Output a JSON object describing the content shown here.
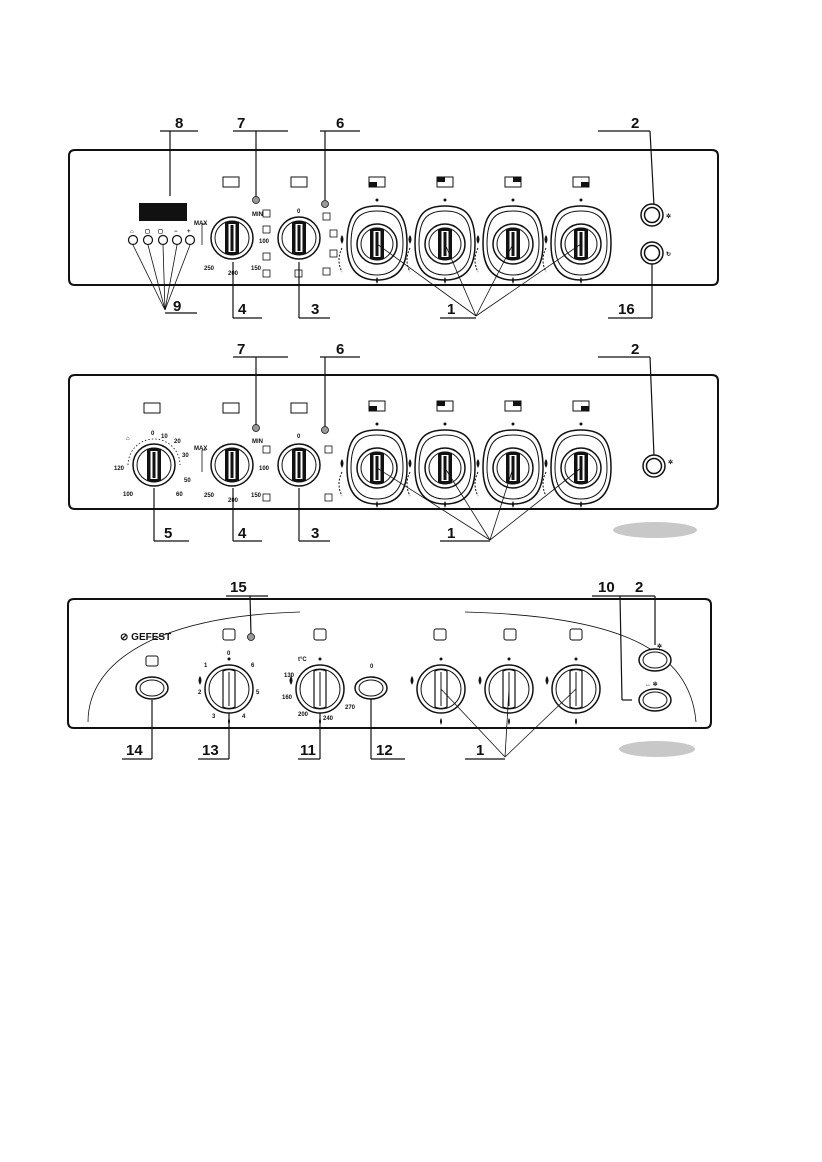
{
  "panel1": {
    "callouts_top": [
      "8",
      "7",
      "6",
      "2"
    ],
    "callouts_bottom": [
      "9",
      "4",
      "3",
      "1",
      "16"
    ],
    "thermostat": {
      "max": "MAX",
      "min": "MIN",
      "scale": [
        "250",
        "200",
        "150",
        "100"
      ]
    },
    "selector_top": "0"
  },
  "panel2": {
    "callouts_top": [
      "7",
      "6",
      "2"
    ],
    "callouts_bottom": [
      "5",
      "4",
      "3",
      "1"
    ],
    "timer_scale": [
      "0",
      "10",
      "20",
      "30",
      "50",
      "60",
      "100",
      "120"
    ],
    "thermostat": {
      "max": "MAX",
      "min": "MIN",
      "scale": [
        "250",
        "200",
        "150",
        "100"
      ]
    },
    "selector_top": "0"
  },
  "panel3": {
    "callouts_top": [
      "15",
      "10",
      "2"
    ],
    "callouts_bottom": [
      "14",
      "13",
      "11",
      "12",
      "1"
    ],
    "brand": "GEFEST",
    "unit": "t°C",
    "dial13_scale": [
      "0",
      "1",
      "2",
      "3",
      "4",
      "5",
      "6"
    ],
    "dial11_scale": [
      "130",
      "160",
      "200",
      "240",
      "270"
    ],
    "button12_label": "0"
  }
}
